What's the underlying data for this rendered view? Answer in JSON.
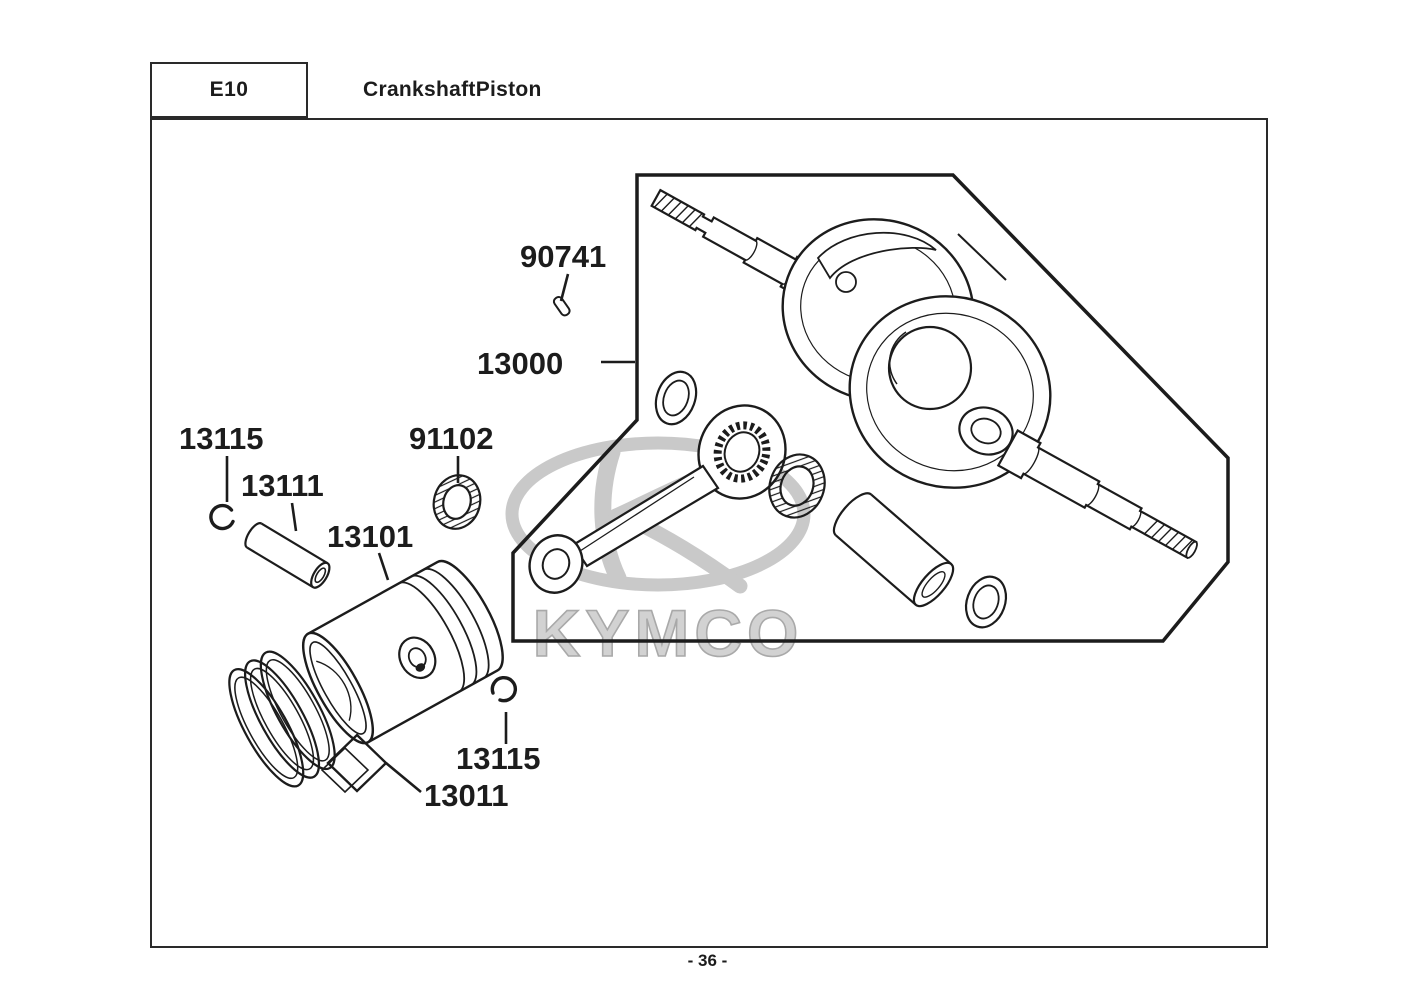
{
  "header": {
    "code": "E10",
    "title": "CrankshaftPiston"
  },
  "footer": {
    "page_number": "- 36 -"
  },
  "watermark": {
    "brand": "KYMCO"
  },
  "parts": {
    "p90741": "90741",
    "p13000": "13000",
    "p13115a": "13115",
    "p13111": "13111",
    "p91102": "91102",
    "p13101": "13101",
    "p13115b": "13115",
    "p13011": "13011"
  },
  "colors": {
    "line": "#1c1c1c",
    "watermark_gray": "#c9c9c9",
    "background": "#ffffff"
  }
}
